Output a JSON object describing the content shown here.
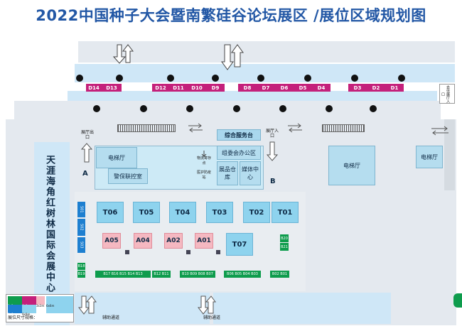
{
  "title": "2022中国种子大会暨南繁硅谷论坛展区 /展位区域规划图",
  "top_row_booths": [
    "D14",
    "D13",
    "D12",
    "D11",
    "D10",
    "D9",
    "D8",
    "D7",
    "D6",
    "D5",
    "D4",
    "D3",
    "D2",
    "D1"
  ],
  "hall_rooms": {
    "service_desk": "综合服务台",
    "org_office": "组委会办公区",
    "exhibit_storage": "展品仓库",
    "media_center": "媒体中心",
    "elevator_left": "电梯厅",
    "elevator_mid": "电梯厅",
    "elevator_right": "电梯厅",
    "security": "警保联控室",
    "logistics_point": "物流寄存点",
    "medical_point": "医护防疫站"
  },
  "labels": {
    "hall_exit": "展厅出口",
    "hall_entrance": "展厅入口",
    "gate_a": "A",
    "gate_b": "B",
    "side_venue": "天涯海角红树林国际会展中心",
    "side_door": "去往展厅入口",
    "passage_left": "辅助通道",
    "passage_mid": "辅助通道",
    "legend_title": "展位尺寸规格："
  },
  "t_booths": [
    "T06",
    "T05",
    "T04",
    "T03",
    "T02",
    "T01",
    "T07"
  ],
  "a_booths": [
    "A05",
    "A04",
    "A02",
    "A01"
  ],
  "s_booths": [
    "S01",
    "S02",
    "S03"
  ],
  "green_booths": [
    "B18",
    "B19",
    "B17 B16 B15 B14 B13",
    "B12 B11",
    "B10 B09 B08 B07",
    "B06 B05 B04 B03",
    "B02 B01",
    "B20",
    "B21"
  ],
  "legend_sizes": [
    "9x9m",
    "6x6m",
    "3x3m",
    "6x6m",
    "3x6m",
    "9x9m"
  ]
}
